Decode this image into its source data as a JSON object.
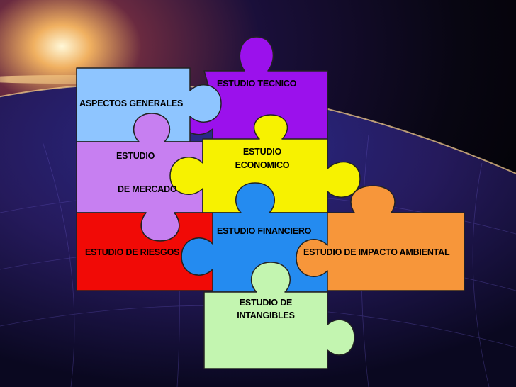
{
  "pieces": {
    "tecnico": {
      "label": "ESTUDIO TECNICO",
      "color": "#9b11ec"
    },
    "generales": {
      "label": "ASPECTOS GENERALES",
      "color": "#8ec5ff"
    },
    "mercado": {
      "label_1": "ESTUDIO",
      "label_2": "DE MERCADO",
      "color": "#c77ff1"
    },
    "economico": {
      "label_1": "ESTUDIO",
      "label_2": "ECONOMICO",
      "color": "#f7f200"
    },
    "financiero": {
      "label": "ESTUDIO FINANCIERO",
      "color": "#248bf0"
    },
    "riesgos": {
      "label": "ESTUDIO  DE  RIESGOS",
      "color": "#f10a06"
    },
    "impacto": {
      "label": "ESTUDIO DE IMPACTO AMBIENTAL",
      "color": "#f7963a"
    },
    "intangibles": {
      "label_1": "ESTUDIO DE",
      "label_2": "INTANGIBLES",
      "color": "#c3f5b0"
    }
  }
}
